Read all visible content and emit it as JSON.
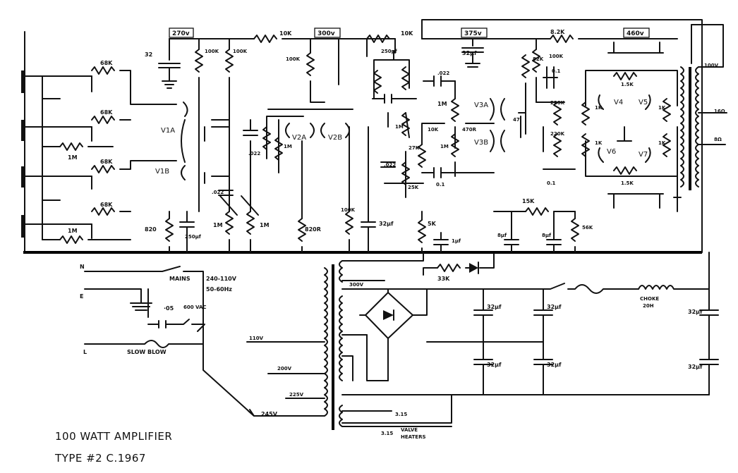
{
  "title": {
    "line1": "100 WATT AMPLIFIER",
    "line2": "TYPE #2  C.1967"
  },
  "rails": [
    "270v",
    "300v",
    "375v",
    "460v"
  ],
  "components": {
    "input_68k": [
      "68K",
      "68K",
      "68K",
      "68K"
    ],
    "input_1m": [
      "1M",
      "1M"
    ],
    "r_10k_a": "10K",
    "r_10k_b": "10K",
    "r_8k2": "8.2K",
    "c_32_left": "32",
    "r_100k": [
      "100K",
      "100K",
      "100K",
      "100K"
    ],
    "r_82k": "82K",
    "c_250pf": "250pf",
    "r_1m_tone": "1M",
    "c_022_a": ".022",
    "c_022_b": ".022",
    "c_022_c": ".022",
    "c_022_d": ".022",
    "c_32uf_top": "32μf",
    "r_1m_pi": "1M",
    "r_1m_pi2": "1M",
    "r_10k_pi": "10K",
    "r_470r": "470R",
    "r_27k": "27K",
    "r_25k": "25K",
    "c_01_a": "0.1",
    "c_01_b": "0.1",
    "c_01_c": "0.1",
    "r_1m_vol_a": "1M",
    "r_1m_vol_b": "1M",
    "r_820": "820",
    "c_250uf": "250μf",
    "r_820r": "820R",
    "r_100k_dec": "100K",
    "c_32uf_dec": "32μf",
    "r_5k": "5K",
    "c_1uf": "1μf",
    "r_15k": "15K",
    "c_8uf_a": "8μf",
    "c_8uf_b": "8μf",
    "r_56k": "56K",
    "r_220k_a": "220K",
    "r_220k_b": "220K",
    "r_1k": [
      "1K",
      "1K",
      "1K",
      "1K"
    ],
    "r_1k5_a": "1.5K",
    "r_1k5_b": "1.5K",
    "c_47": "47",
    "r_33k": "33K",
    "v_300v_tap": "300V",
    "c_32uf_ps": [
      "32μf",
      "32μf",
      "32μf",
      "32μf",
      "32μf",
      "32μf"
    ],
    "choke": "CHOKE",
    "choke_val": "20H",
    "c_05": "·05",
    "c_05_rating": "600 VAC",
    "fuse_slow": "SLOW BLOW"
  },
  "tubes": [
    "V1A",
    "V1B",
    "V2A",
    "V2B",
    "V3A",
    "V3B",
    "V4",
    "V5",
    "V6",
    "V7"
  ],
  "mains": {
    "n": "N",
    "e": "E",
    "l": "L",
    "label": "MAINS",
    "voltage": "240-110V",
    "freq": "50-60Hz",
    "taps": [
      "110V",
      "200V",
      "225V",
      "245V"
    ]
  },
  "heaters": {
    "v1": "3.15",
    "v2": "3.15",
    "label1": "VALVE",
    "label2": "HEATERS"
  },
  "output": {
    "t100v": "100V",
    "t16": "16Ω",
    "t8": "8Ω"
  }
}
